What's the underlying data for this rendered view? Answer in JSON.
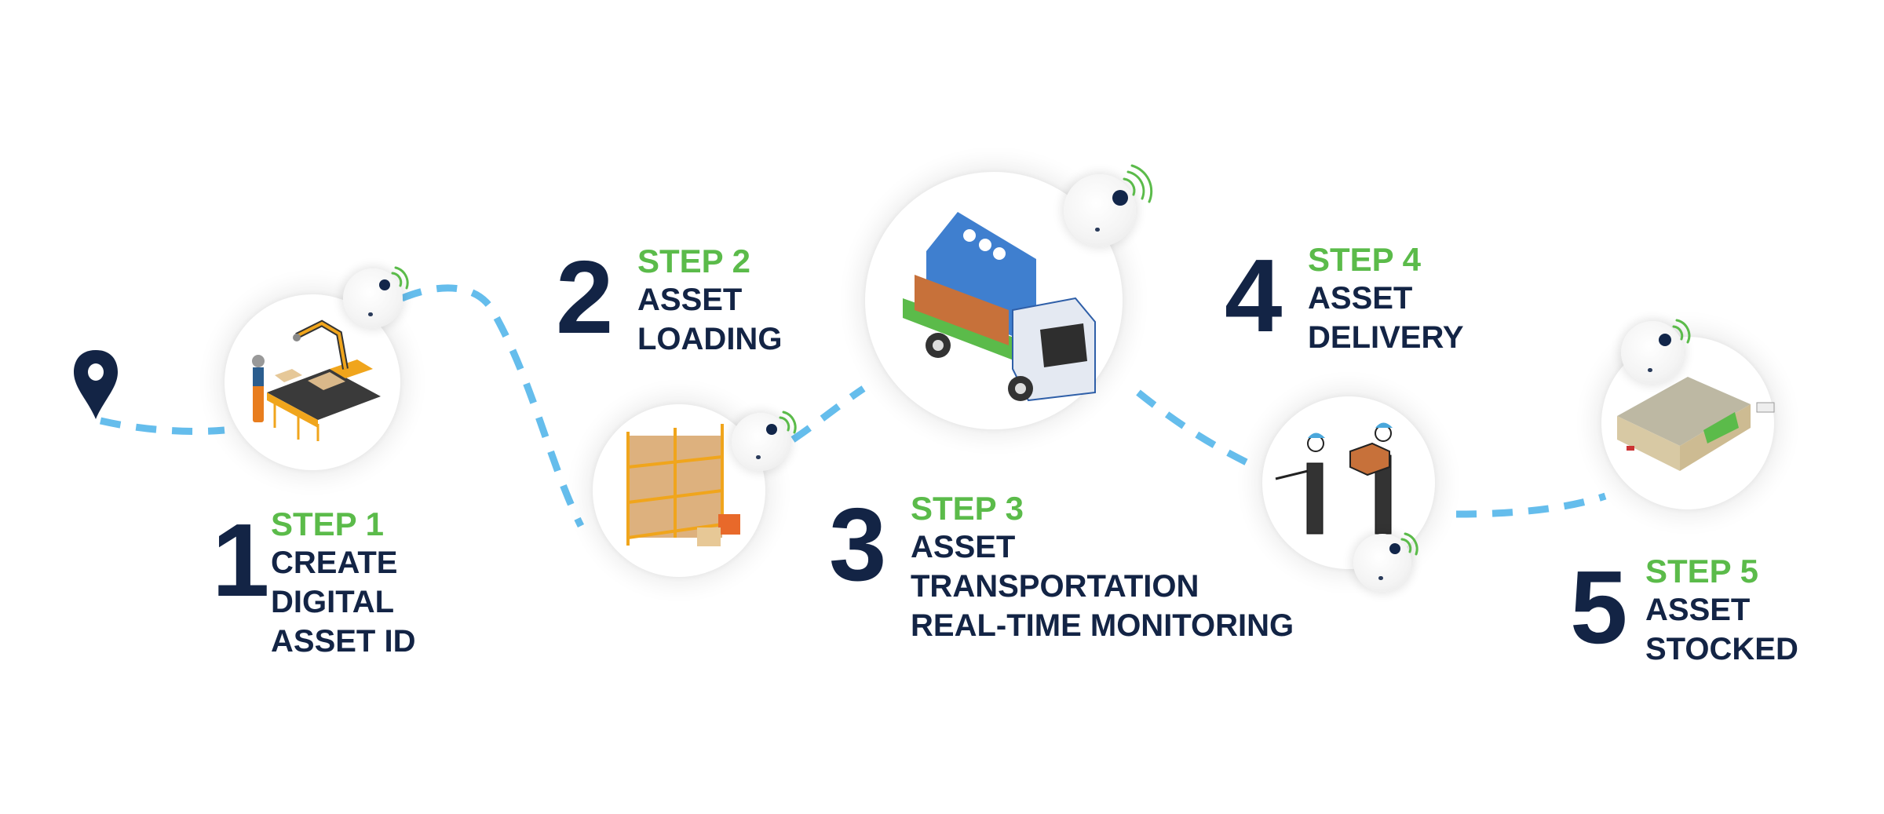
{
  "diagram": {
    "type": "process-flow",
    "connector_style": "dashed",
    "colors": {
      "step_keyword": "#5bbb4a",
      "step_text": "#132445",
      "step_number": "#132445",
      "path": "#65bdec",
      "signal": "#5bbb4a",
      "pin": "#132445"
    },
    "start_icon": "location-pin-icon",
    "sensor_icon": "shield-check-icon",
    "steps": [
      {
        "number": "1",
        "keyword": "STEP 1",
        "lines": [
          "CREATE",
          "DIGITAL",
          "ASSET ID"
        ],
        "illustration": "robotic-arm-conveyor-icon"
      },
      {
        "number": "2",
        "keyword": "STEP 2",
        "lines": [
          "ASSET",
          "LOADING"
        ],
        "illustration": "warehouse-shelves-forklift-icon"
      },
      {
        "number": "3",
        "keyword": "STEP 3",
        "lines": [
          "ASSET",
          "TRANSPORTATION",
          "REAL-TIME MONITORING"
        ],
        "illustration": "cargo-truck-icon"
      },
      {
        "number": "4",
        "keyword": "STEP 4",
        "lines": [
          "ASSET",
          "DELIVERY"
        ],
        "illustration": "delivery-workers-icon"
      },
      {
        "number": "5",
        "keyword": "STEP 5",
        "lines": [
          "ASSET",
          "STOCKED"
        ],
        "illustration": "retail-store-icon"
      }
    ]
  }
}
